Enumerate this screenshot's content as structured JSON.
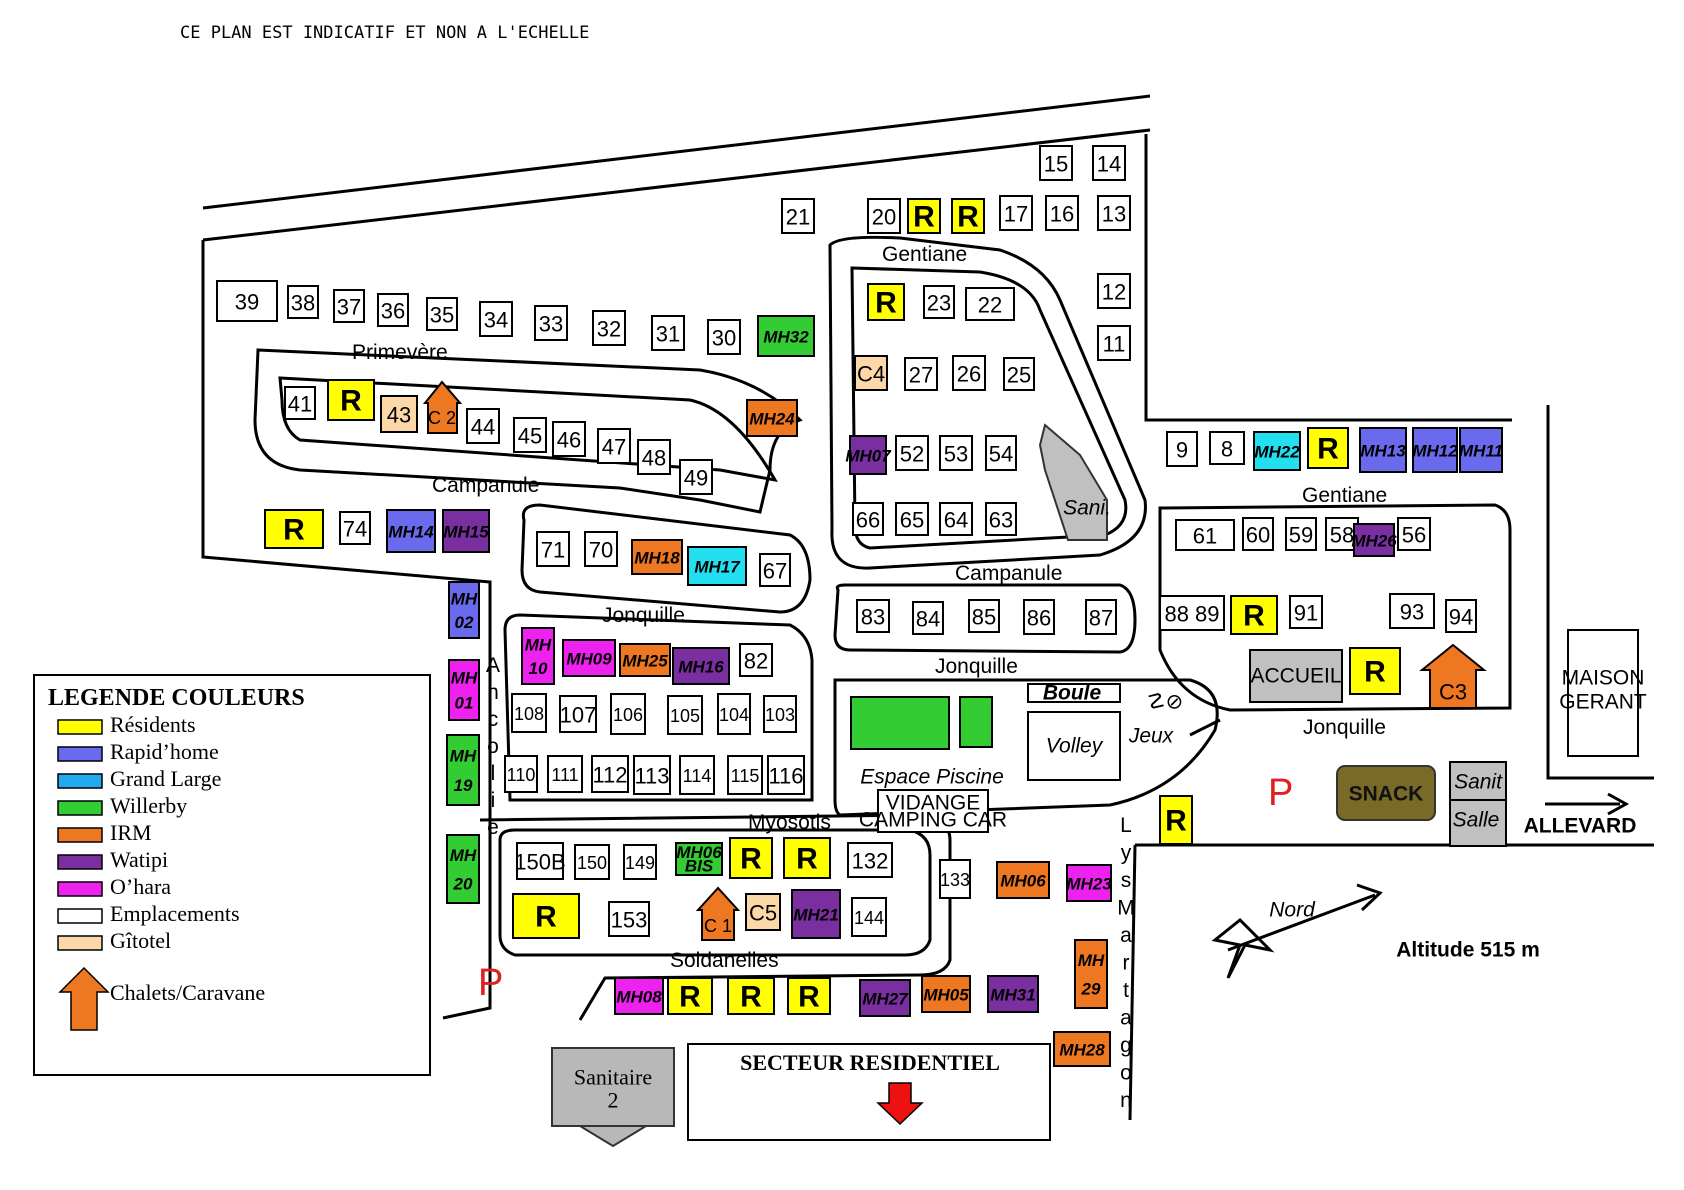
{
  "header_note": "CE PLAN EST INDICATIF ET NON A L'ECHELLE",
  "colors": {
    "residents": "#ffff00",
    "rapid_home": "#6a6aee",
    "grand_large": "#22e0f0",
    "willerby": "#33cc33",
    "irm": "#ee7722",
    "watipi": "#7a2fa0",
    "ohara": "#ee22ee",
    "emplacements": "#ffffff",
    "gitotel": "#fcd8a8",
    "chalet": "#ee7722",
    "facility_gray": "#c0c0c0",
    "snack": "#7a6a28",
    "parking": "#e02020",
    "secteur_arrow": "#ee1111"
  },
  "roads": {
    "primevere": "Primevère",
    "campanule_w": "Campanule",
    "campanule_c": "Campanule",
    "jonquille_w": "Jonquille",
    "jonquille_c": "Jonquille",
    "jonquille_e": "Jonquille",
    "gentiane_n": "Gentiane",
    "gentiane_e": "Gentiane",
    "myosotis": "Myosotis",
    "soldanelles": "Soldanelles",
    "ancolie": [
      "A",
      "n",
      "c",
      "o",
      "l",
      "i",
      "e"
    ],
    "lys_martagon": [
      "L",
      "y",
      "s",
      "M",
      "a",
      "r",
      "t",
      "a",
      "g",
      "o",
      "n"
    ]
  },
  "facilities": {
    "sani": "Sani.",
    "accueil": "ACCUEIL",
    "snack": "SNACK",
    "sanit": "Sanit",
    "salle": "Salle",
    "maison_line1": "MAISON",
    "maison_line2": "GERANT",
    "allevard": "ALLEVARD",
    "nord": "Nord",
    "altitude": "Altitude 515 m",
    "boule": "Boule",
    "volley": "Volley",
    "jeux": "Jeux",
    "piscine": "Espace Piscine",
    "vidange_line1": "VIDANGE",
    "vidange_line2": "CAMPING CAR",
    "sanitaire_line1": "Sanitaire",
    "sanitaire_line2": "2",
    "secteur": "SECTEUR RESIDENTIEL",
    "parking": "P"
  },
  "legend": {
    "title": "LEGENDE COULEURS",
    "items": [
      {
        "label": "Résidents",
        "color": "#ffff00"
      },
      {
        "label": "Rapid’home",
        "color": "#6a6aee"
      },
      {
        "label": "Grand Large",
        "color": "#22aaf0"
      },
      {
        "label": "Willerby",
        "color": "#33cc33"
      },
      {
        "label": "IRM",
        "color": "#ee7722"
      },
      {
        "label": "Watipi",
        "color": "#7a2fa0"
      },
      {
        "label": "O’hara",
        "color": "#ee22ee"
      },
      {
        "label": "Emplacements",
        "color": "#ffffff"
      },
      {
        "label": "Gîtotel",
        "color": "#fcd8a8"
      }
    ],
    "chalet_label": "Chalets/Caravane"
  },
  "lots": [
    {
      "t": "15",
      "k": "e"
    },
    {
      "t": "14",
      "k": "e"
    },
    {
      "t": "21",
      "k": "e"
    },
    {
      "t": "20",
      "k": "e"
    },
    {
      "t": "R",
      "k": "r"
    },
    {
      "t": "R",
      "k": "r"
    },
    {
      "t": "17",
      "k": "e"
    },
    {
      "t": "16",
      "k": "e"
    },
    {
      "t": "13",
      "k": "e"
    },
    {
      "t": "12",
      "k": "e"
    },
    {
      "t": "11",
      "k": "e"
    },
    {
      "t": "39",
      "k": "e"
    },
    {
      "t": "38",
      "k": "e"
    },
    {
      "t": "37",
      "k": "e"
    },
    {
      "t": "36",
      "k": "e"
    },
    {
      "t": "35",
      "k": "e"
    },
    {
      "t": "34",
      "k": "e"
    },
    {
      "t": "33",
      "k": "e"
    },
    {
      "t": "32",
      "k": "e"
    },
    {
      "t": "31",
      "k": "e"
    },
    {
      "t": "30",
      "k": "e"
    },
    {
      "t": "MH32",
      "k": "w"
    },
    {
      "t": "41",
      "k": "e"
    },
    {
      "t": "R",
      "k": "r"
    },
    {
      "t": "43",
      "k": "g"
    },
    {
      "t": "44",
      "k": "e"
    },
    {
      "t": "45",
      "k": "e"
    },
    {
      "t": "46",
      "k": "e"
    },
    {
      "t": "47",
      "k": "e"
    },
    {
      "t": "48",
      "k": "e"
    },
    {
      "t": "49",
      "k": "e"
    },
    {
      "t": "MH24",
      "k": "i"
    },
    {
      "t": "R",
      "k": "r"
    },
    {
      "t": "23",
      "k": "e"
    },
    {
      "t": "22",
      "k": "e"
    },
    {
      "t": "C4",
      "k": "g"
    },
    {
      "t": "27",
      "k": "e"
    },
    {
      "t": "26",
      "k": "e"
    },
    {
      "t": "25",
      "k": "e"
    },
    {
      "t": "MH07",
      "k": "wa"
    },
    {
      "t": "52",
      "k": "e"
    },
    {
      "t": "53",
      "k": "e"
    },
    {
      "t": "54",
      "k": "e"
    },
    {
      "t": "66",
      "k": "e"
    },
    {
      "t": "65",
      "k": "e"
    },
    {
      "t": "64",
      "k": "e"
    },
    {
      "t": "63",
      "k": "e"
    },
    {
      "t": "9",
      "k": "e"
    },
    {
      "t": "8",
      "k": "e"
    },
    {
      "t": "MH22",
      "k": "gl"
    },
    {
      "t": "R",
      "k": "r"
    },
    {
      "t": "MH13",
      "k": "rh"
    },
    {
      "t": "MH12",
      "k": "rh"
    },
    {
      "t": "MH11",
      "k": "rh"
    },
    {
      "t": "R",
      "k": "r"
    },
    {
      "t": "74",
      "k": "e"
    },
    {
      "t": "MH14",
      "k": "rh"
    },
    {
      "t": "MH15",
      "k": "wa"
    },
    {
      "t": "71",
      "k": "e"
    },
    {
      "t": "70",
      "k": "e"
    },
    {
      "t": "MH18",
      "k": "i"
    },
    {
      "t": "MH17",
      "k": "gl"
    },
    {
      "t": "67",
      "k": "e"
    },
    {
      "t": "61",
      "k": "e"
    },
    {
      "t": "60",
      "k": "e"
    },
    {
      "t": "59",
      "k": "e"
    },
    {
      "t": "58",
      "k": "e"
    },
    {
      "t": "MH26",
      "k": "wa"
    },
    {
      "t": "56",
      "k": "e"
    },
    {
      "t": "83",
      "k": "e"
    },
    {
      "t": "84",
      "k": "e"
    },
    {
      "t": "85",
      "k": "e"
    },
    {
      "t": "86",
      "k": "e"
    },
    {
      "t": "87",
      "k": "e"
    },
    {
      "t": "88 89",
      "k": "e"
    },
    {
      "t": "R",
      "k": "r"
    },
    {
      "t": "91",
      "k": "e"
    },
    {
      "t": "93",
      "k": "e"
    },
    {
      "t": "94",
      "k": "e"
    },
    {
      "t": "R",
      "k": "r"
    },
    {
      "t": "MH 02",
      "k": "rh"
    },
    {
      "t": "MH 01",
      "k": "o"
    },
    {
      "t": "MH 19",
      "k": "w"
    },
    {
      "t": "MH 20",
      "k": "w"
    },
    {
      "t": "MH 10",
      "k": "o"
    },
    {
      "t": "MH09",
      "k": "o"
    },
    {
      "t": "MH25",
      "k": "i"
    },
    {
      "t": "MH16",
      "k": "wa"
    },
    {
      "t": "82",
      "k": "e"
    },
    {
      "t": "108",
      "k": "e"
    },
    {
      "t": "107",
      "k": "e"
    },
    {
      "t": "106",
      "k": "e"
    },
    {
      "t": "105",
      "k": "e"
    },
    {
      "t": "104",
      "k": "e"
    },
    {
      "t": "103",
      "k": "e"
    },
    {
      "t": "110",
      "k": "e"
    },
    {
      "t": "111",
      "k": "e"
    },
    {
      "t": "112",
      "k": "e"
    },
    {
      "t": "113",
      "k": "e"
    },
    {
      "t": "114",
      "k": "e"
    },
    {
      "t": "115",
      "k": "e"
    },
    {
      "t": "116",
      "k": "e"
    },
    {
      "t": "150B",
      "k": "e"
    },
    {
      "t": "150",
      "k": "e"
    },
    {
      "t": "149",
      "k": "e"
    },
    {
      "t": "MH06 BIS",
      "k": "w"
    },
    {
      "t": "R",
      "k": "r"
    },
    {
      "t": "R",
      "k": "r"
    },
    {
      "t": "132",
      "k": "e"
    },
    {
      "t": "R",
      "k": "r"
    },
    {
      "t": "153",
      "k": "e"
    },
    {
      "t": "C5",
      "k": "g"
    },
    {
      "t": "MH21",
      "k": "wa"
    },
    {
      "t": "144",
      "k": "e"
    },
    {
      "t": "133",
      "k": "e"
    },
    {
      "t": "MH06",
      "k": "i"
    },
    {
      "t": "MH23",
      "k": "o"
    },
    {
      "t": "R",
      "k": "r"
    },
    {
      "t": "MH08",
      "k": "o"
    },
    {
      "t": "R",
      "k": "r"
    },
    {
      "t": "R",
      "k": "r"
    },
    {
      "t": "R",
      "k": "r"
    },
    {
      "t": "MH27",
      "k": "wa"
    },
    {
      "t": "MH05",
      "k": "i"
    },
    {
      "t": "MH31",
      "k": "wa"
    },
    {
      "t": "MH 29",
      "k": "i"
    },
    {
      "t": "MH28",
      "k": "i"
    }
  ],
  "chalets": [
    "C 2",
    "C 1",
    "C3"
  ]
}
